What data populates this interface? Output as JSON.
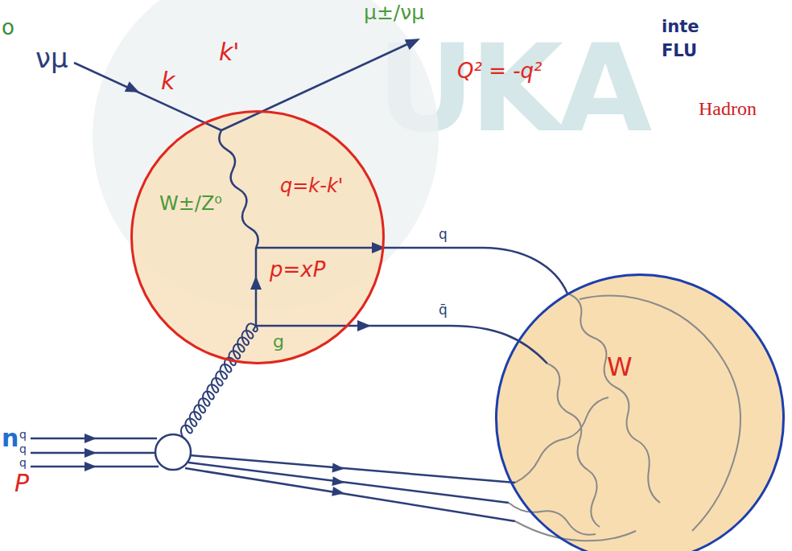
{
  "diagram": {
    "nodes": [
      {
        "text": [
          "W±/Z⁰",
          "q=k-k'",
          "p=xP",
          "g"
        ]
      },
      {
        "text": [
          "W"
        ]
      }
    ],
    "labels": [
      "UKA",
      "o",
      "νμ",
      "k",
      "k'",
      "μ±/νμ",
      "Q² = -q²",
      "q",
      "q̄",
      "n",
      "q",
      "q",
      "q",
      "P",
      "inte",
      "FLU",
      "Hadron"
    ]
  }
}
